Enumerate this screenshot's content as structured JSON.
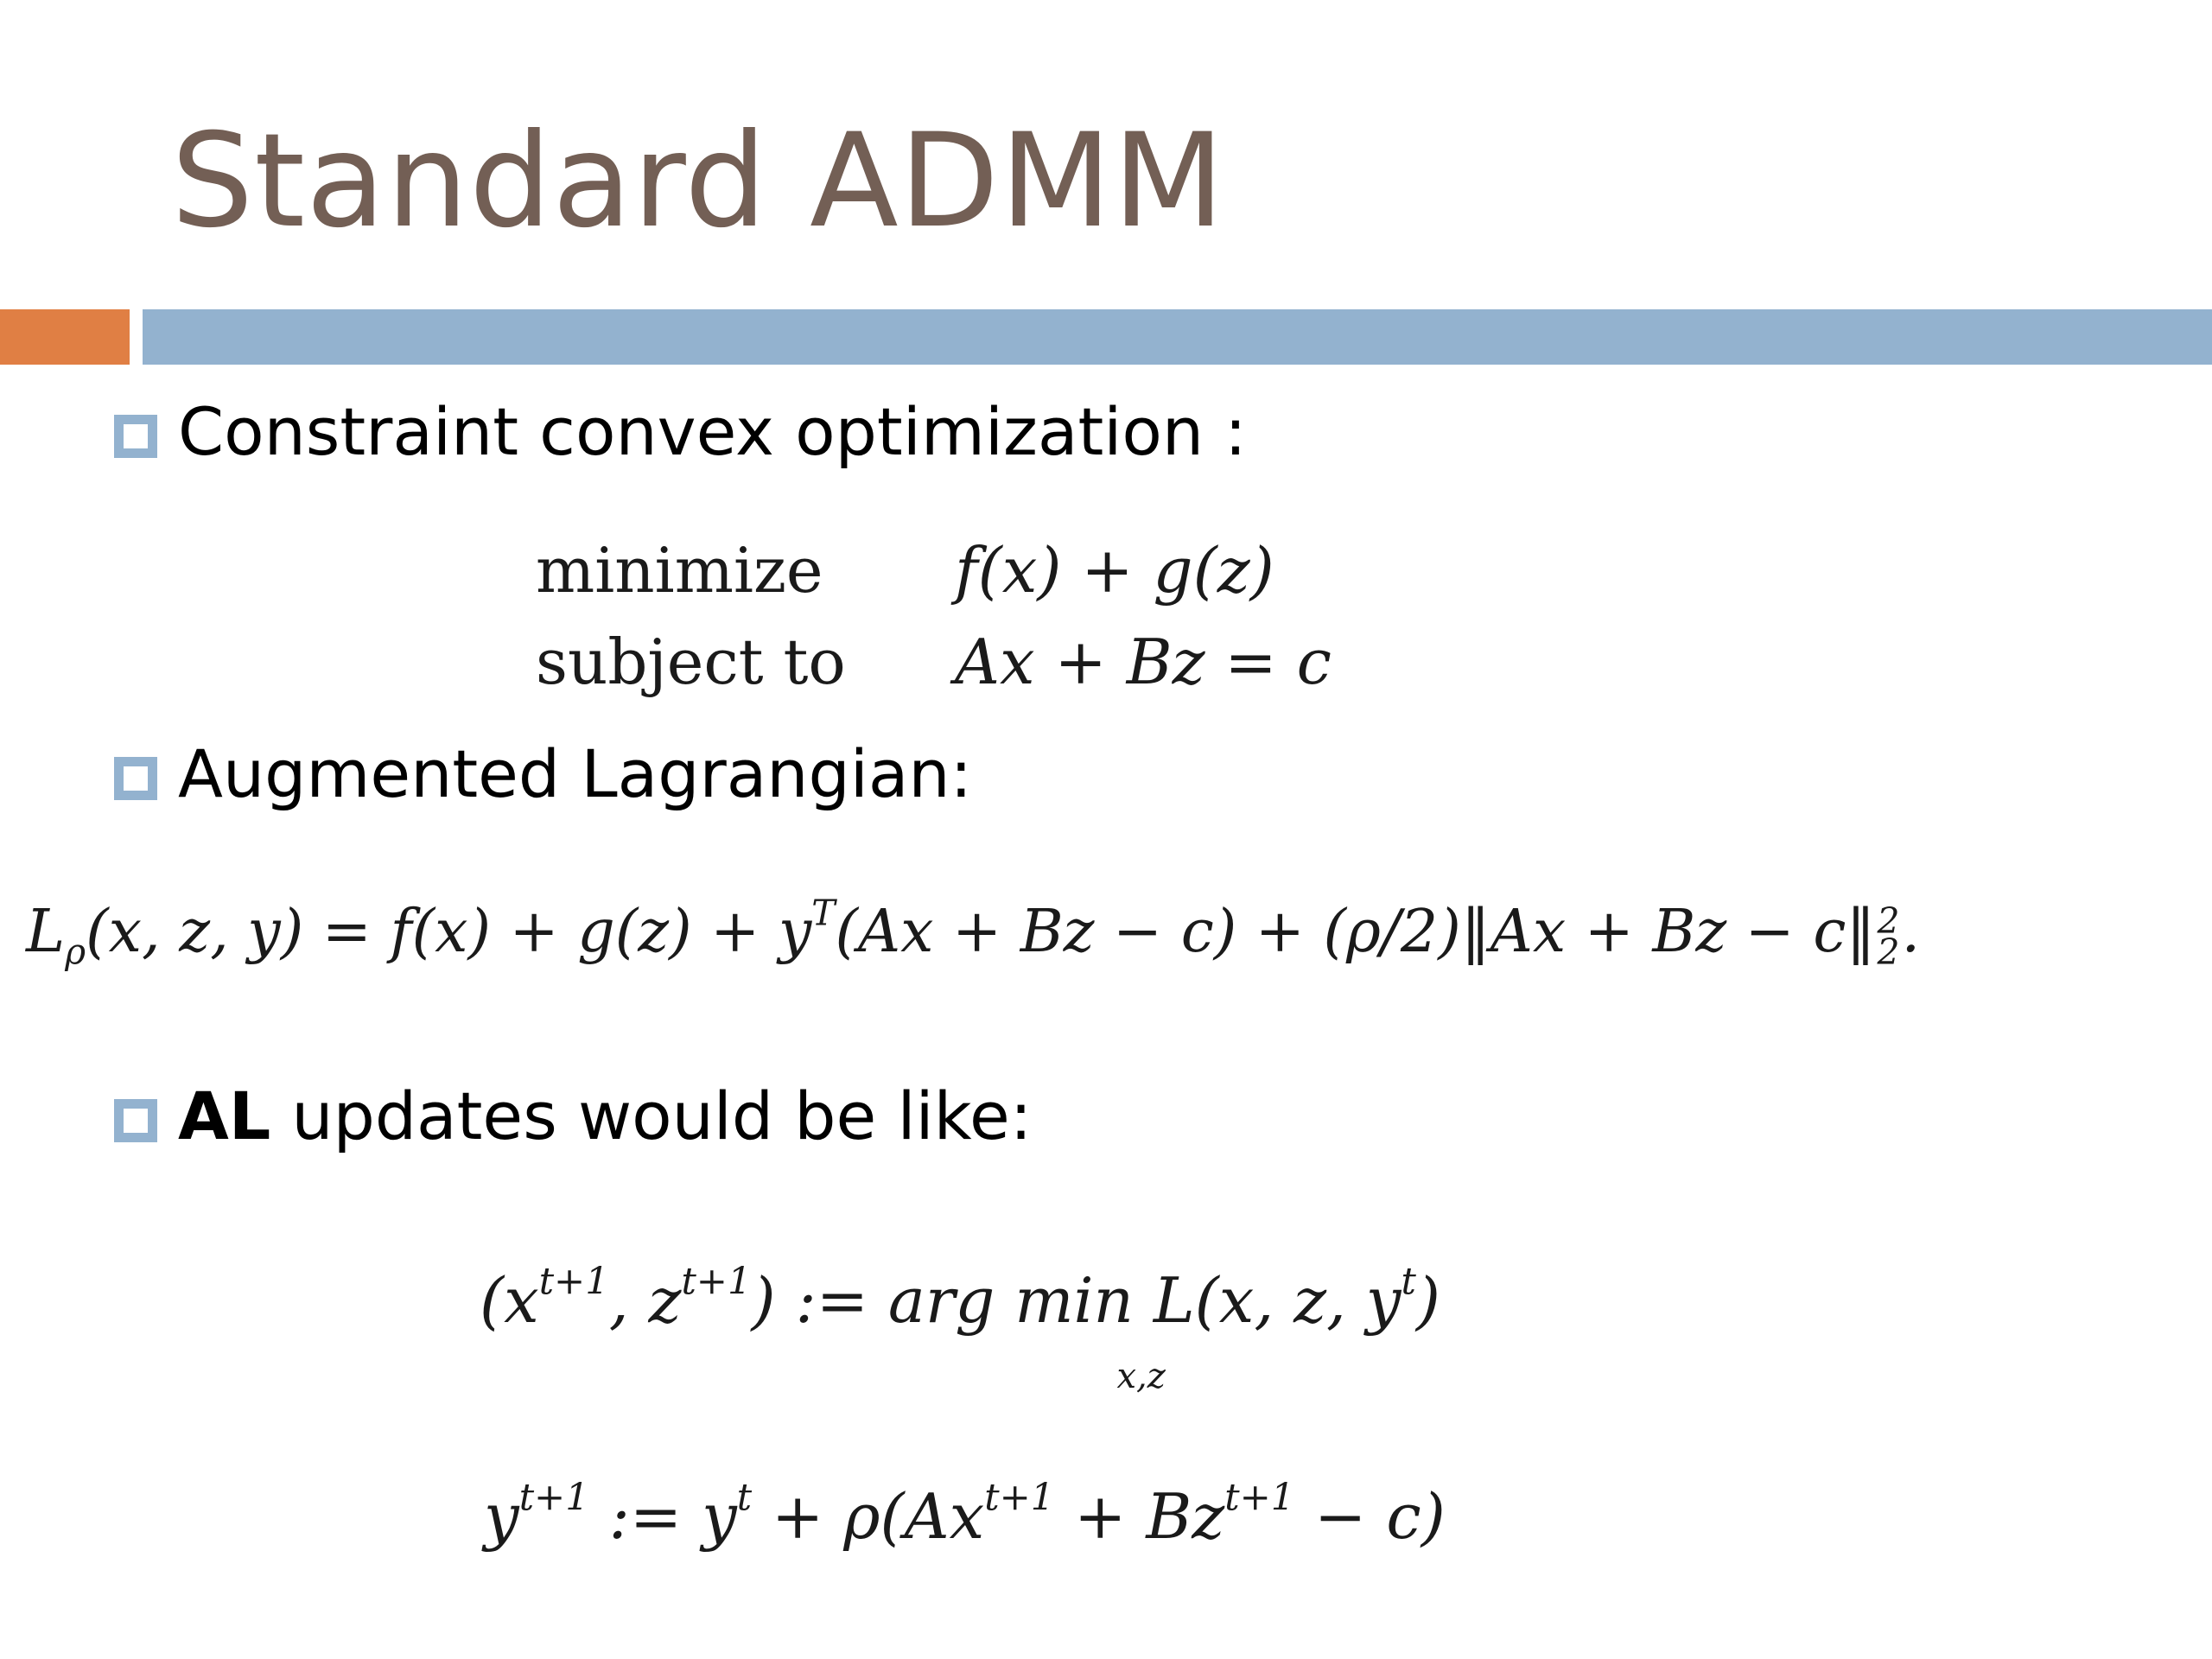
{
  "slide": {
    "title": "Standard ADMM",
    "colors": {
      "title": "#735f55",
      "accent_orange": "#e07f44",
      "accent_blue": "#93b2cf",
      "bullet_box": "#93b2cf"
    }
  },
  "bullets": [
    {
      "icon": "square-bullet-icon",
      "text": "Constraint convex optimization :"
    },
    {
      "icon": "square-bullet-icon",
      "text": "Augmented Lagrangian:"
    },
    {
      "icon": "square-bullet-icon",
      "bold_text": "AL",
      "text": " updates would be like:"
    }
  ],
  "problem": {
    "minimize_label": "minimize",
    "objective": "f(x) + g(z)",
    "subject_label": "subject to",
    "constraint": "Ax + Bz = c"
  },
  "lagrangian": {
    "lhs": "L",
    "lhs_sub": "ρ",
    "args": "(x, z, y) = f(x) + g(z) + y",
    "transpose": "T",
    "middle": "(Ax + Bz − c) + (ρ/2)‖Ax + Bz − c‖",
    "norm_sup": "2",
    "norm_sub": "2",
    "end": "."
  },
  "updates": {
    "primal_lhs_open": "(x",
    "primal_sup": "t+1",
    "primal_comma": ", z",
    "primal_close_assign": ") := arg min L(x, z, y",
    "primal_rhs_sup": "t",
    "primal_end": ")",
    "argmin_sub": "x,z",
    "dual_lhs": "y",
    "dual_lhs_sup": "t+1",
    "dual_assign": " := y",
    "dual_t_sup": "t",
    "dual_mid": " + ρ(Ax",
    "dual_x_sup": "t+1",
    "dual_plus": " + Bz",
    "dual_z_sup": "t+1",
    "dual_end": " − c)"
  }
}
